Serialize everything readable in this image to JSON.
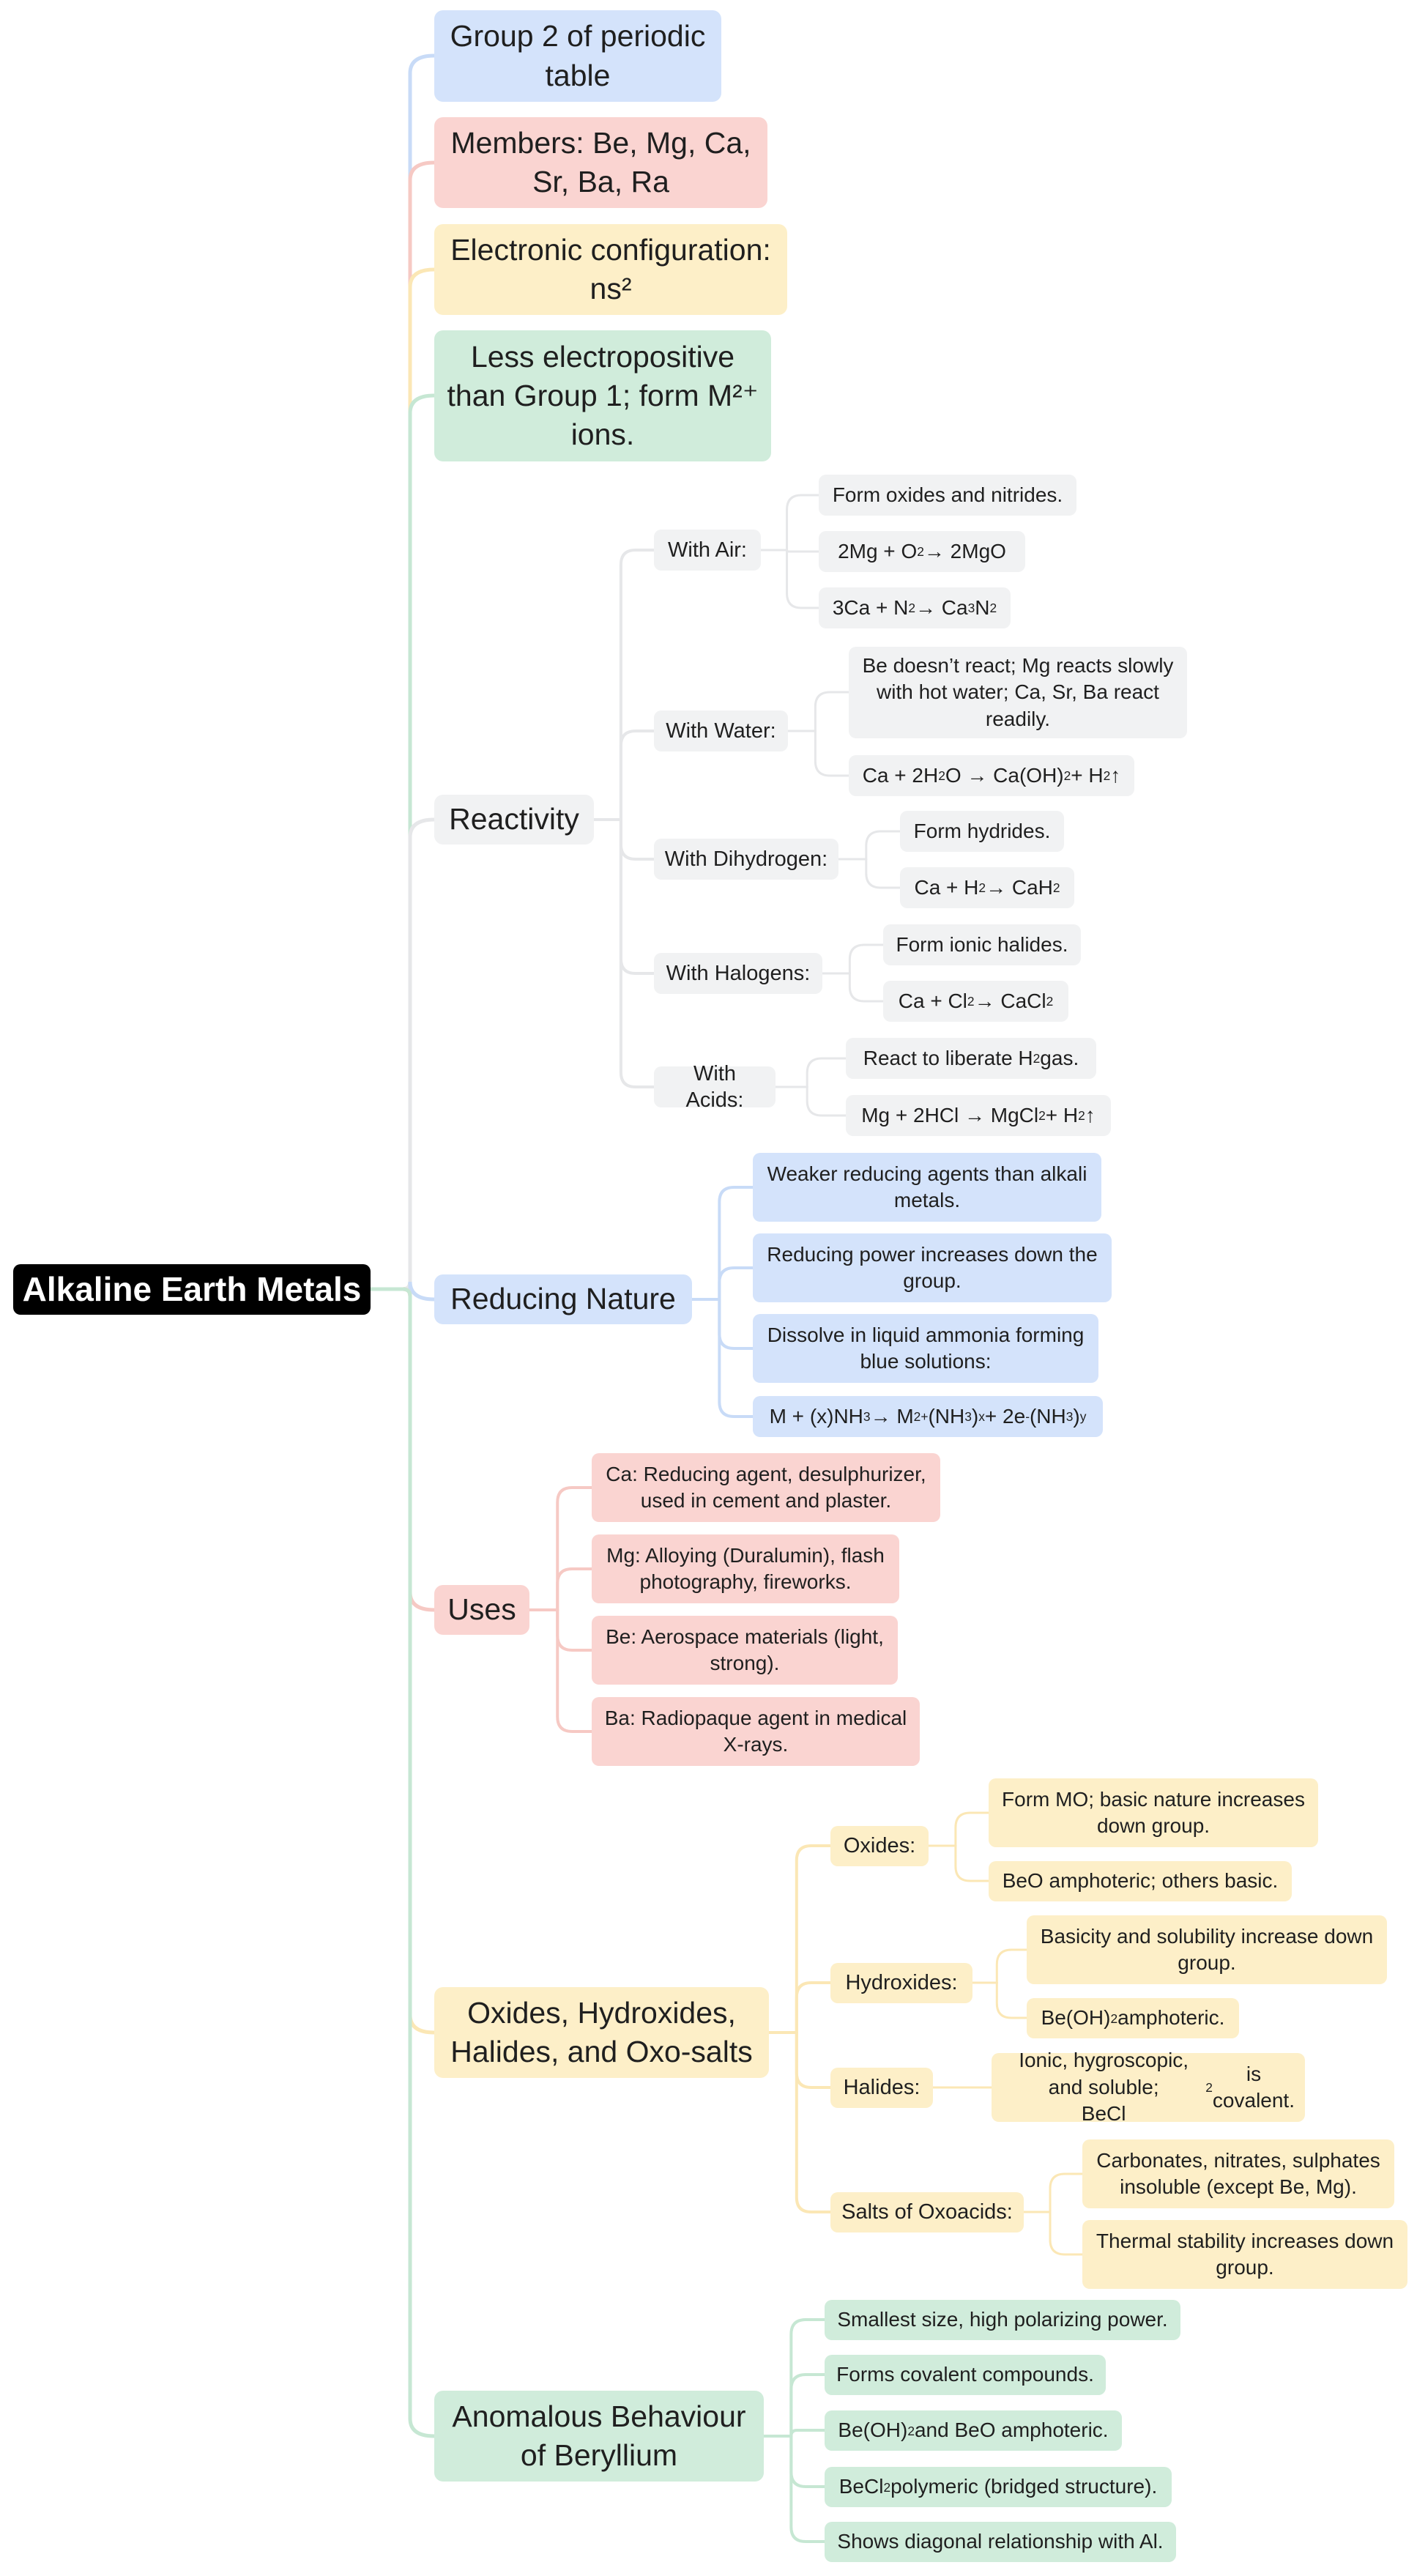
{
  "root": "Alkaline Earth Metals",
  "group_node": "Group 2 of periodic table",
  "members_node": "Members: Be, Mg, Ca, Sr, Ba, Ra",
  "config_node": "Electronic configuration: ns²",
  "electropositive_node": "Less electropositive than Group 1; form M²⁺ ions.",
  "reactivity": {
    "label": "Reactivity",
    "air": {
      "label": "With Air:",
      "items": [
        "Form oxides and nitrides.",
        "2Mg + O₂ → 2MgO",
        "3Ca + N₂ → Ca₃N₂"
      ]
    },
    "water": {
      "label": "With Water:",
      "items": [
        "Be doesn’t react; Mg reacts slowly with hot water; Ca, Sr, Ba react readily.",
        "Ca + 2H₂O → Ca(OH)₂ + H₂↑"
      ]
    },
    "dihydrogen": {
      "label": "With Dihydrogen:",
      "items": [
        "Form hydrides.",
        "Ca + H₂ → CaH₂"
      ]
    },
    "halogens": {
      "label": "With Halogens:",
      "items": [
        "Form ionic halides.",
        "Ca + Cl₂ → CaCl₂"
      ]
    },
    "acids": {
      "label": "With Acids:",
      "items": [
        "React to liberate H₂ gas.",
        "Mg + 2HCl → MgCl₂ + H₂↑"
      ]
    }
  },
  "reducing": {
    "label": "Reducing Nature",
    "items": [
      "Weaker reducing agents than alkali metals.",
      "Reducing power increases down the group.",
      "Dissolve in liquid ammonia forming blue solutions:",
      "M + (x)NH₃ → M²⁺(NH₃)ₓ + 2e⁻(NH₃)ᵧ"
    ]
  },
  "uses": {
    "label": "Uses",
    "items": [
      "Ca: Reducing agent, desulphurizer, used in cement and plaster.",
      "Mg: Alloying (Duralumin), flash photography, fireworks.",
      "Be: Aerospace materials (light, strong).",
      "Ba: Radiopaque agent in medical X-rays."
    ]
  },
  "compounds": {
    "label": "Oxides, Hydroxides, Halides, and Oxo-salts",
    "oxides": {
      "label": "Oxides:",
      "items": [
        "Form MO; basic nature increases down group.",
        "BeO amphoteric; others basic."
      ]
    },
    "hydroxides": {
      "label": "Hydroxides:",
      "items": [
        "Basicity and solubility increase down group.",
        "Be(OH)₂ amphoteric."
      ]
    },
    "halides": {
      "label": "Halides:",
      "items": [
        "Ionic, hygroscopic, and soluble; BeCl₂ is covalent."
      ]
    },
    "oxosalts": {
      "label": "Salts of Oxoacids:",
      "items": [
        "Carbonates, nitrates, sulphates insoluble (except Be, Mg).",
        "Thermal stability increases down group."
      ]
    }
  },
  "beryllium": {
    "label": "Anomalous Behaviour of Beryllium",
    "items": [
      "Smallest size, high polarizing power.",
      "Forms covalent compounds.",
      "Be(OH)₂ and BeO amphoteric.",
      "BeCl₂ polymeric (bridged structure).",
      "Shows diagonal relationship with Al."
    ]
  },
  "colors": {
    "blue": "#d4e3fb",
    "red": "#fad4d1",
    "yellow": "#fdefc8",
    "green": "#d0ecdb",
    "gray": "#f1f2f3",
    "root": "#000000"
  }
}
